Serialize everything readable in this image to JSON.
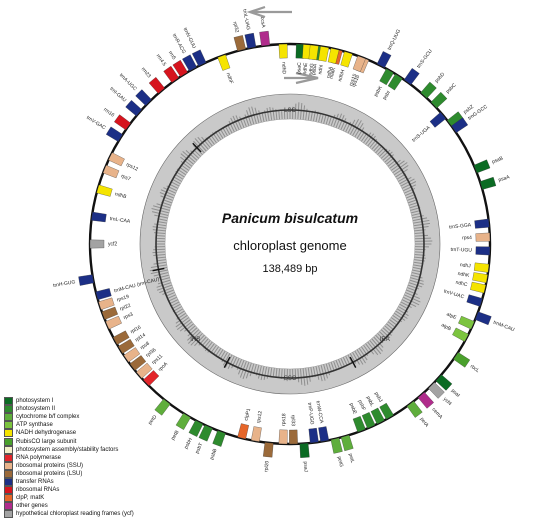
{
  "genome": {
    "title": "Panicum bisulcatum",
    "subtitle": "chloroplast genome",
    "size_label": "138,489 bp"
  },
  "regions": [
    "LSC",
    "IRB",
    "SSC",
    "IRA"
  ],
  "legend": [
    {
      "label": "photosystem I",
      "color": "#0b6b23"
    },
    {
      "label": "photosystem II",
      "color": "#2e8b2e"
    },
    {
      "label": "cytochrome b/f complex",
      "color": "#5fae3c"
    },
    {
      "label": "ATP synthase",
      "color": "#7cc43f"
    },
    {
      "label": "NADH dehydrogenase",
      "color": "#f5e400"
    },
    {
      "label": "RubisCO large subunit",
      "color": "#4aa02c"
    },
    {
      "label": "photosystem assembly/stability factors",
      "color": "#f3f0c8"
    },
    {
      "label": "RNA polymerase",
      "color": "#e3262b"
    },
    {
      "label": "ribosomal proteins (SSU)",
      "color": "#e8b38a"
    },
    {
      "label": "ribosomal proteins (LSU)",
      "color": "#9b6a3a"
    },
    {
      "label": "transfer RNAs",
      "color": "#1c2f86"
    },
    {
      "label": "ribosomal RNAs",
      "color": "#d6141e"
    },
    {
      "label": "clpP, matK",
      "color": "#e6662a"
    },
    {
      "label": "other genes",
      "color": "#b02c8c"
    },
    {
      "label": "hypothetical chloroplast reading frames (ycf)",
      "color": "#a3a3a3"
    }
  ],
  "genes": [
    {
      "name": "psbA",
      "angle": 8,
      "side": "in",
      "cat": "photosystem II"
    },
    {
      "name": "matK",
      "angle": 14,
      "side": "in",
      "cat": "clpP, matK"
    },
    {
      "name": "rps16",
      "angle": 22,
      "side": "in",
      "cat": "ribosomal proteins (SSU)"
    },
    {
      "name": "trnQ-UUG",
      "angle": 27,
      "side": "out",
      "cat": "transfer RNAs"
    },
    {
      "name": "psbK",
      "angle": 30,
      "side": "in",
      "cat": "photosystem II"
    },
    {
      "name": "psbI",
      "angle": 33,
      "side": "in",
      "cat": "photosystem II"
    },
    {
      "name": "trnS-GCU",
      "angle": 36,
      "side": "out",
      "cat": "transfer RNAs"
    },
    {
      "name": "psbD",
      "angle": 42,
      "side": "out",
      "cat": "photosystem II"
    },
    {
      "name": "psbC",
      "angle": 46,
      "side": "out",
      "cat": "photosystem II"
    },
    {
      "name": "trnS-UGA",
      "angle": 50,
      "side": "in",
      "cat": "transfer RNAs"
    },
    {
      "name": "psbZ",
      "angle": 53,
      "side": "out",
      "cat": "photosystem II"
    },
    {
      "name": "trnG-GCC",
      "angle": 55,
      "side": "out",
      "cat": "transfer RNAs"
    },
    {
      "name": "psaB",
      "angle": 68,
      "side": "out",
      "cat": "photosystem I"
    },
    {
      "name": "psaA",
      "angle": 73,
      "side": "out",
      "cat": "photosystem I"
    },
    {
      "name": "trnS-GGA",
      "angle": 84,
      "side": "in",
      "cat": "transfer RNAs"
    },
    {
      "name": "rps4",
      "angle": 88,
      "side": "in",
      "cat": "ribosomal proteins (SSU)"
    },
    {
      "name": "trnT-UGU",
      "angle": 92,
      "side": "in",
      "cat": "transfer RNAs"
    },
    {
      "name": "ndhJ",
      "angle": 97,
      "side": "in",
      "cat": "NADH dehydrogenase"
    },
    {
      "name": "ndhK",
      "angle": 100,
      "side": "in",
      "cat": "NADH dehydrogenase"
    },
    {
      "name": "ndhC",
      "angle": 103,
      "side": "in",
      "cat": "NADH dehydrogenase"
    },
    {
      "name": "trnV-UAC",
      "angle": 107,
      "side": "in",
      "cat": "transfer RNAs"
    },
    {
      "name": "trnM-CAU",
      "angle": 111,
      "side": "out",
      "cat": "transfer RNAs"
    },
    {
      "name": "atpE",
      "angle": 114,
      "side": "in",
      "cat": "ATP synthase"
    },
    {
      "name": "atpB",
      "angle": 118,
      "side": "in",
      "cat": "ATP synthase"
    },
    {
      "name": "rbcL",
      "angle": 124,
      "side": "out",
      "cat": "RubisCO large subunit"
    },
    {
      "name": "psaI",
      "angle": 132,
      "side": "out",
      "cat": "photosystem I"
    },
    {
      "name": "ycf4",
      "angle": 135,
      "side": "out",
      "cat": "hypothetical chloroplast reading frames (ycf)"
    },
    {
      "name": "cemA",
      "angle": 139,
      "side": "out",
      "cat": "other genes"
    },
    {
      "name": "petA",
      "angle": 143,
      "side": "out",
      "cat": "cytochrome b/f complex"
    },
    {
      "name": "psbJ",
      "angle": 150,
      "side": "in",
      "cat": "photosystem II"
    },
    {
      "name": "psbL",
      "angle": 153,
      "side": "in",
      "cat": "photosystem II"
    },
    {
      "name": "psbF",
      "angle": 156,
      "side": "in",
      "cat": "photosystem II"
    },
    {
      "name": "psbE",
      "angle": 159,
      "side": "in",
      "cat": "photosystem II"
    },
    {
      "name": "petL",
      "angle": 164,
      "side": "out",
      "cat": "cytochrome b/f complex"
    },
    {
      "name": "petG",
      "angle": 167,
      "side": "out",
      "cat": "cytochrome b/f complex"
    },
    {
      "name": "trnW-CCA",
      "angle": 170,
      "side": "in",
      "cat": "transfer RNAs"
    },
    {
      "name": "trnP-UGG",
      "angle": 173,
      "side": "in",
      "cat": "transfer RNAs"
    },
    {
      "name": "psaJ",
      "angle": 176,
      "side": "out",
      "cat": "photosystem I"
    },
    {
      "name": "rpl33",
      "angle": 179,
      "side": "in",
      "cat": "ribosomal proteins (LSU)"
    },
    {
      "name": "rps18",
      "angle": 182,
      "side": "in",
      "cat": "ribosomal proteins (SSU)"
    },
    {
      "name": "rpl20",
      "angle": 186,
      "side": "out",
      "cat": "ribosomal proteins (LSU)"
    },
    {
      "name": "rps12",
      "angle": 190,
      "side": "in",
      "cat": "ribosomal proteins (SSU)"
    },
    {
      "name": "clpP1",
      "angle": 194,
      "side": "in",
      "cat": "clpP, matK"
    },
    {
      "name": "psbB",
      "angle": 200,
      "side": "out",
      "cat": "photosystem II"
    },
    {
      "name": "psbT",
      "angle": 204,
      "side": "out",
      "cat": "photosystem II"
    },
    {
      "name": "psbH",
      "angle": 207,
      "side": "out",
      "cat": "photosystem II"
    },
    {
      "name": "petB",
      "angle": 211,
      "side": "out",
      "cat": "cytochrome b/f complex"
    },
    {
      "name": "petD",
      "angle": 218,
      "side": "out",
      "cat": "cytochrome b/f complex"
    },
    {
      "name": "rpoA",
      "angle": 226,
      "side": "in",
      "cat": "RNA polymerase"
    },
    {
      "name": "rps11",
      "angle": 229,
      "side": "in",
      "cat": "ribosomal proteins (SSU)"
    },
    {
      "name": "rpl36",
      "angle": 232,
      "side": "in",
      "cat": "ribosomal proteins (LSU)"
    },
    {
      "name": "rps8",
      "angle": 235,
      "side": "in",
      "cat": "ribosomal proteins (SSU)"
    },
    {
      "name": "rpl14",
      "angle": 238,
      "side": "in",
      "cat": "ribosomal proteins (LSU)"
    },
    {
      "name": "rpl16",
      "angle": 241,
      "side": "in",
      "cat": "ribosomal proteins (LSU)"
    },
    {
      "name": "rps3",
      "angle": 246,
      "side": "in",
      "cat": "ribosomal proteins (SSU)"
    },
    {
      "name": "rpl22",
      "angle": 249,
      "side": "in",
      "cat": "ribosomal proteins (LSU)"
    },
    {
      "name": "rps19",
      "angle": 252,
      "side": "in",
      "cat": "ribosomal proteins (SSU)"
    },
    {
      "name": "trnM-CAU (trnI-CAU)",
      "angle": 255,
      "side": "in",
      "cat": "transfer RNAs"
    },
    {
      "name": "trnH-GUG",
      "angle": 260,
      "side": "out",
      "cat": "transfer RNAs"
    },
    {
      "name": "ycf2",
      "angle": 270,
      "side": "in",
      "cat": "hypothetical chloroplast reading frames (ycf)"
    },
    {
      "name": "trnL-CAA",
      "angle": 278,
      "side": "in",
      "cat": "transfer RNAs"
    },
    {
      "name": "ndhB",
      "angle": 286,
      "side": "in",
      "cat": "NADH dehydrogenase"
    },
    {
      "name": "rps7",
      "angle": 292,
      "side": "in",
      "cat": "ribosomal proteins (SSU)"
    },
    {
      "name": "rps12",
      "angle": 296,
      "side": "in",
      "cat": "ribosomal proteins (SSU)"
    },
    {
      "name": "trnV-GAC",
      "angle": 302,
      "side": "out",
      "cat": "transfer RNAs"
    },
    {
      "name": "rrn16",
      "angle": 306,
      "side": "out",
      "cat": "ribosomal RNAs"
    },
    {
      "name": "trnI-GAU",
      "angle": 311,
      "side": "out",
      "cat": "transfer RNAs"
    },
    {
      "name": "trnA-UGC",
      "angle": 315,
      "side": "out",
      "cat": "transfer RNAs"
    },
    {
      "name": "rrn23",
      "angle": 320,
      "side": "out",
      "cat": "ribosomal RNAs"
    },
    {
      "name": "rrn4.5",
      "angle": 325,
      "side": "out",
      "cat": "ribosomal RNAs"
    },
    {
      "name": "rrn5",
      "angle": 328,
      "side": "out",
      "cat": "ribosomal RNAs"
    },
    {
      "name": "trnR-ACG",
      "angle": 331,
      "side": "out",
      "cat": "transfer RNAs"
    },
    {
      "name": "trnN-GUU",
      "angle": 334,
      "side": "out",
      "cat": "transfer RNAs"
    },
    {
      "name": "ndhF",
      "angle": 340,
      "side": "in",
      "cat": "NADH dehydrogenase"
    },
    {
      "name": "rpl32",
      "angle": 346,
      "side": "out",
      "cat": "ribosomal proteins (LSU)"
    },
    {
      "name": "trnL-UAG",
      "angle": 349,
      "side": "out",
      "cat": "transfer RNAs"
    },
    {
      "name": "ccsA",
      "angle": 353,
      "side": "out",
      "cat": "other genes"
    },
    {
      "name": "ndhD",
      "angle": 358,
      "side": "in",
      "cat": "NADH dehydrogenase"
    },
    {
      "name": "psaC",
      "angle": 3,
      "side": "in",
      "cat": "photosystem I"
    },
    {
      "name": "ndhE",
      "angle": 5,
      "side": "in",
      "cat": "NADH dehydrogenase"
    },
    {
      "name": "ndhG",
      "angle": 7,
      "side": "in",
      "cat": "NADH dehydrogenase"
    },
    {
      "name": "ndhI",
      "angle": 10,
      "side": "in",
      "cat": "NADH dehydrogenase"
    },
    {
      "name": "ndhA",
      "angle": 13,
      "side": "in",
      "cat": "NADH dehydrogenase"
    },
    {
      "name": "ndhH",
      "angle": 17,
      "side": "in",
      "cat": "NADH dehydrogenase"
    },
    {
      "name": "rps15",
      "angle": 21,
      "side": "in",
      "cat": "ribosomal proteins (SSU)"
    }
  ]
}
